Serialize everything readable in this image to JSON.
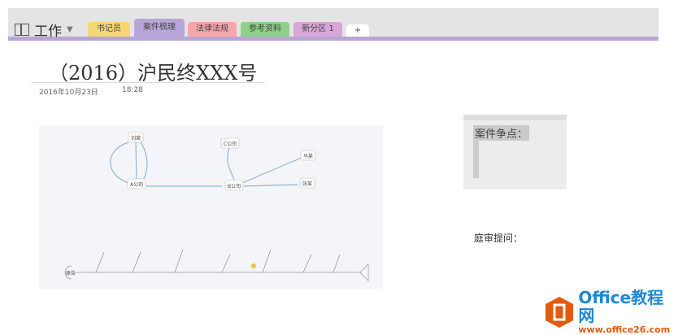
{
  "notebook": {
    "name": "工作"
  },
  "tabs": [
    {
      "label": "书记员",
      "color": "#f7d774"
    },
    {
      "label": "案件梳理",
      "color": "#b7a6d8",
      "active": true
    },
    {
      "label": "法律法规",
      "color": "#f4a7ab"
    },
    {
      "label": "参考资料",
      "color": "#8fd08a"
    },
    {
      "label": "新分区 1",
      "color": "#d8a6d8"
    },
    {
      "label": "+",
      "color": "#ffffff"
    }
  ],
  "page": {
    "title": "（2016）沪民终XXX号",
    "date": "2016年10月23日",
    "time": "18:28"
  },
  "diagram": {
    "nodes": [
      "刘某",
      "A公司",
      "C公司",
      "B公司",
      "马某",
      "张某"
    ],
    "fishbone_head": "原告"
  },
  "note": {
    "label": "案件争点："
  },
  "question": "庭审提问：",
  "watermark": {
    "brand": "Office教程网",
    "url": "www.office26.com"
  }
}
